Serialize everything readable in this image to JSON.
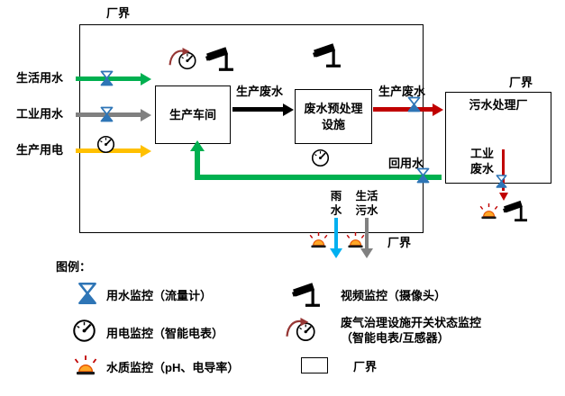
{
  "colors": {
    "green": "#00B050",
    "gray": "#808080",
    "yellow": "#FFC000",
    "red": "#C00000",
    "cyan": "#00B0F0",
    "flow_meter_blue": "#2E75B6",
    "alarm_orange": "#FFA726",
    "exhaust_arrow_brown": "#963634",
    "black": "#000000"
  },
  "diagram": {
    "factory_boundary_label": "厂界",
    "factory_boundary_label_bottom": "厂界",
    "inputs": {
      "domestic_water": "生活用水",
      "industrial_water": "工业用水",
      "production_power": "生产用电"
    },
    "nodes": {
      "workshop": "生产车间",
      "pretreatment": "废水预处理设施",
      "sewage_plant": "污水处理厂",
      "sewage_plant_boundary": "厂界",
      "industrial_wastewater": "工业废水"
    },
    "flows": {
      "production_wastewater_1": "生产废水",
      "production_wastewater_2": "生产废水",
      "reuse_water": "回用水",
      "rain_water": "雨水",
      "domestic_sewage": "生活污水"
    }
  },
  "legend": {
    "title": "图例：",
    "items": [
      {
        "icon": "flow-meter-icon",
        "label": "用水监控（流量计）"
      },
      {
        "icon": "camera-icon",
        "label": "视频监控（摄像头）"
      },
      {
        "icon": "power-meter-icon",
        "label": "用电监控（智能电表）"
      },
      {
        "icon": "exhaust-switch-icon",
        "label": "废气治理设施开关状态监控（智能电表/互感器）"
      },
      {
        "icon": "water-quality-icon",
        "label": "水质监控（pH、电导率）"
      },
      {
        "icon": "boundary-icon",
        "label": "厂界"
      }
    ]
  }
}
